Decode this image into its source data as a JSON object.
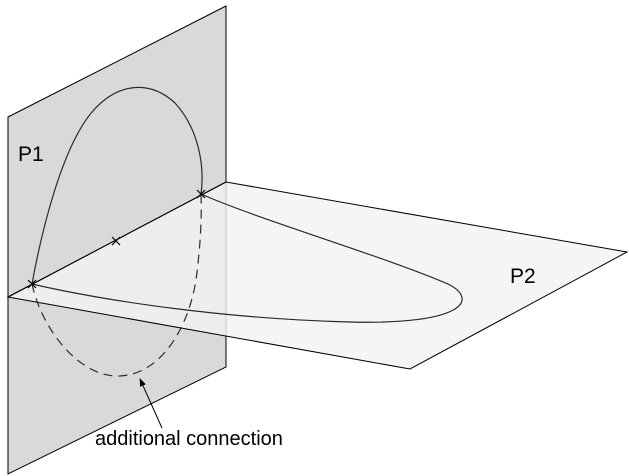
{
  "planes": {
    "p1": {
      "label": "P1",
      "fill": "#d9d9d9"
    },
    "p2": {
      "label": "P2",
      "fill": "#f3f3f3"
    }
  },
  "annotation": {
    "text": "additional connection"
  },
  "colors": {
    "stroke": "#000000",
    "curve": "#2a2a2a"
  }
}
